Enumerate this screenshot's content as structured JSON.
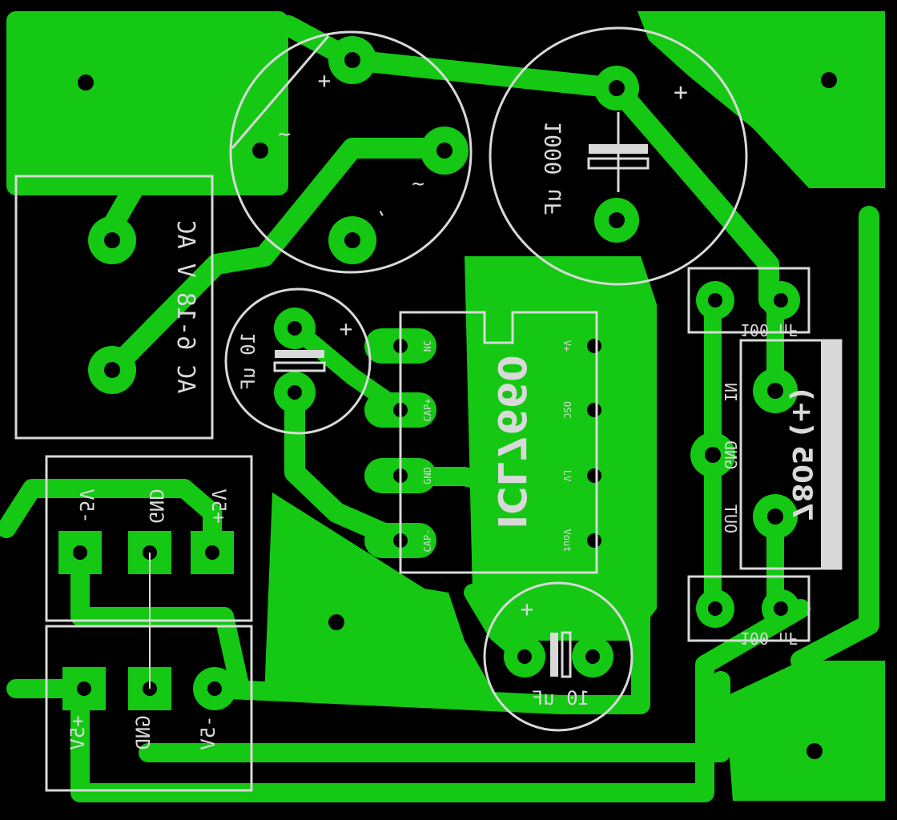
{
  "board": {
    "colors": {
      "copper": "#14c814",
      "silkscreen": "#d9d9d9",
      "background": "#000000"
    },
    "labels": {
      "transformer": "AC 6-18 V AC",
      "bridge_plus": "+",
      "bridge_tilde1": "~",
      "bridge_tilde2": "~",
      "bridge_minus": "-",
      "cap1000": "1000 uF",
      "cap1000_plus": "+",
      "cap10_top": "10 uF",
      "cap10_top_plus": "+",
      "cap10_bottom": "10 uF",
      "cap10_bottom_plus": "+",
      "ic": "ICL7660",
      "pin_nc": "NC",
      "pin_capp": "CAP+",
      "pin_gnd": "GND",
      "pin_capm": "CAP-",
      "pin_vp": "V+",
      "pin_osc": "OSC",
      "pin_lv": "LV",
      "pin_vout": "Vout",
      "reg": "7805 (+)",
      "reg_in": "IN",
      "reg_gnd": "GND",
      "reg_out": "OUT",
      "cap100_top": "100 nF",
      "cap100_bottom": "100 nF",
      "conn1_left": "-5V",
      "conn1_mid": "GND",
      "conn1_right": "+5V",
      "conn2_left": "+5V",
      "conn2_mid": "GND",
      "conn2_right": "-5V"
    }
  }
}
